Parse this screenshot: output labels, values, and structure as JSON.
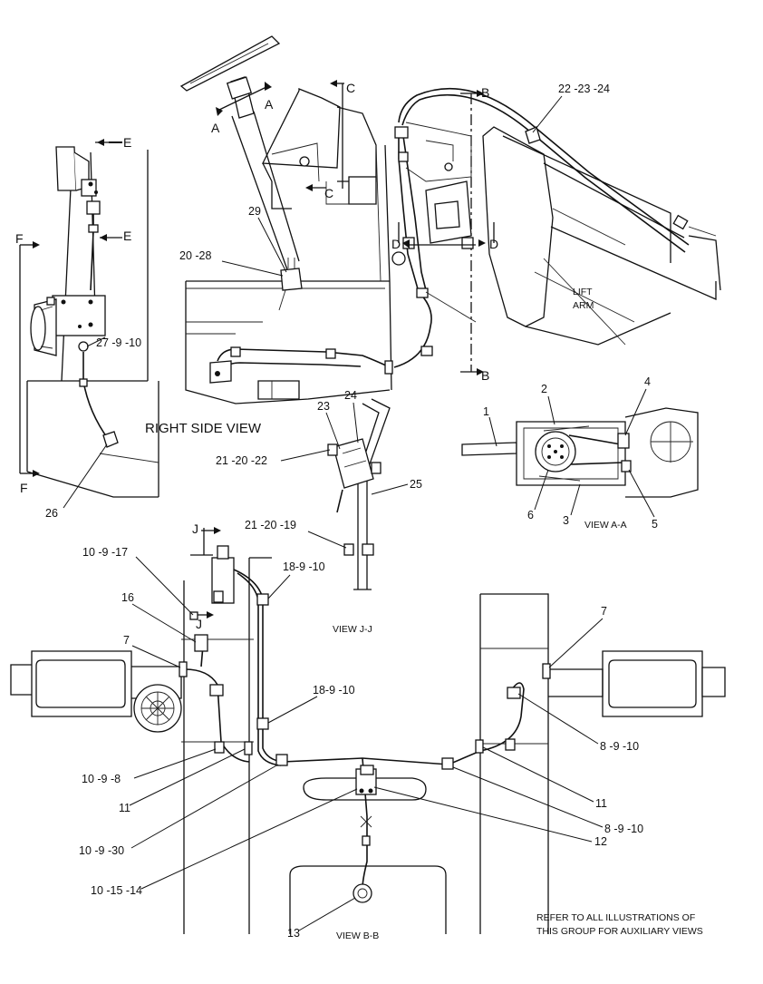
{
  "views": {
    "right_side": "RIGHT SIDE VIEW",
    "aa": "VIEW A-A",
    "jj": "VIEW J-J",
    "bb": "VIEW B-B",
    "lift_arm_1": "LIFT",
    "lift_arm_2": "ARM"
  },
  "section_marks": {
    "a": "A",
    "b": "B",
    "c": "C",
    "d": "D",
    "e": "E",
    "f": "F",
    "j": "J"
  },
  "callouts": {
    "c22_23_24": "22 -23 -24",
    "c29": "29",
    "c20_28": "20 -28",
    "c27_9_10": "27 -9 -10",
    "c26": "26",
    "c23": "23",
    "c24": "24",
    "c21_20_22": "21 -20 -22",
    "c25": "25",
    "c21_20_19": "21 -20 -19",
    "c1": "1",
    "c2": "2",
    "c3": "3",
    "c4": "4",
    "c5": "5",
    "c6": "6",
    "c10_9_17": "10 -9 -17",
    "c16": "16",
    "c7_left": "7",
    "c18_9_10_top": "18-9 -10",
    "c18_9_10_mid": "18-9 -10",
    "c7_right": "7",
    "c8_9_10_a": "8 -9 -10",
    "c10_9_8": "10 -9 -8",
    "c11_left": "11",
    "c11_right": "11",
    "c8_9_10_b": "8 -9 -10",
    "c10_9_30": "10 -9 -30",
    "c12": "12",
    "c10_15_14": "10 -15 -14",
    "c13": "13"
  },
  "note": {
    "line1": "REFER TO ALL ILLUSTRATIONS OF",
    "line2": "THIS GROUP FOR AUXILIARY VIEWS"
  }
}
